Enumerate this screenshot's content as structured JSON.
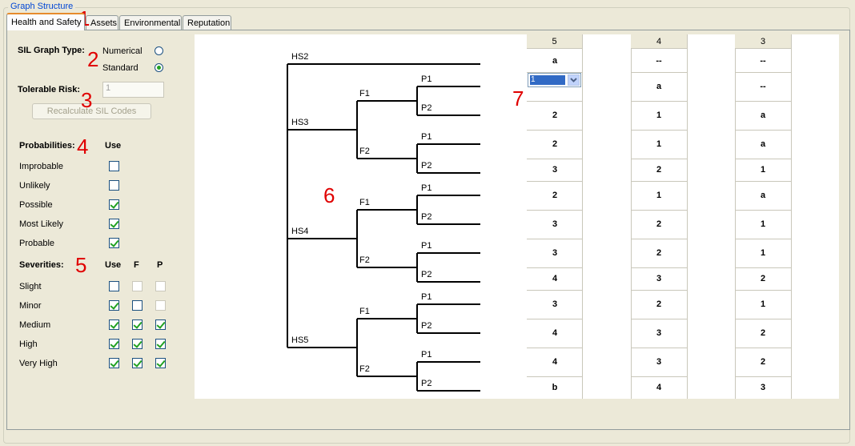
{
  "group_title": "Graph Structure",
  "tabs": [
    {
      "label": "Health and Safety",
      "active": true
    },
    {
      "label": "Assets",
      "active": false
    },
    {
      "label": "Environmental",
      "active": false
    },
    {
      "label": "Reputation",
      "active": false
    }
  ],
  "sil_graph_type": {
    "label": "SIL Graph Type:",
    "options": [
      {
        "label": "Numerical",
        "selected": false
      },
      {
        "label": "Standard",
        "selected": true
      }
    ]
  },
  "tolerable_risk": {
    "label": "Tolerable Risk:",
    "value": "1"
  },
  "recalculate_button": "Recalculate SIL Codes",
  "probabilities": {
    "header": "Probabilities:",
    "use_header": "Use",
    "items": [
      {
        "label": "Improbable",
        "use": false
      },
      {
        "label": "Unlikely",
        "use": false
      },
      {
        "label": "Possible",
        "use": true
      },
      {
        "label": "Most Likely",
        "use": true
      },
      {
        "label": "Probable",
        "use": true
      }
    ]
  },
  "severities": {
    "header": "Severities:",
    "use_header": "Use",
    "f_header": "F",
    "p_header": "P",
    "items": [
      {
        "label": "Slight",
        "use": true,
        "use_checked": false,
        "f_enabled": false,
        "f": false,
        "p_enabled": false,
        "p": false
      },
      {
        "label": "Minor",
        "use_checked": true,
        "f_enabled": true,
        "f": false,
        "p_enabled": false,
        "p": false
      },
      {
        "label": "Medium",
        "use_checked": true,
        "f_enabled": true,
        "f": true,
        "p_enabled": true,
        "p": true
      },
      {
        "label": "High",
        "use_checked": true,
        "f_enabled": true,
        "f": true,
        "p_enabled": true,
        "p": true
      },
      {
        "label": "Very High",
        "use_checked": true,
        "f_enabled": true,
        "f": true,
        "p_enabled": true,
        "p": true
      }
    ]
  },
  "annotations": [
    "1",
    "2",
    "3",
    "4",
    "5",
    "6",
    "7"
  ],
  "graph": {
    "severity_labels": [
      "HS2",
      "HS3",
      "HS4",
      "HS5"
    ],
    "frequency_labels": [
      "F1",
      "F2",
      "F1",
      "F2",
      "F1",
      "F2"
    ],
    "possibility_labels": [
      "P1",
      "P2",
      "P1",
      "P2",
      "P1",
      "P2",
      "P1",
      "P2",
      "P1",
      "P2",
      "P1",
      "P2"
    ]
  },
  "table": {
    "columns": [
      "5",
      "4",
      "3"
    ],
    "rows": [
      [
        "a",
        "--",
        "--"
      ],
      [
        "1",
        "a",
        "--"
      ],
      [
        "2",
        "1",
        "a"
      ],
      [
        "2",
        "1",
        "a"
      ],
      [
        "3",
        "2",
        "1"
      ],
      [
        "2",
        "1",
        "a"
      ],
      [
        "3",
        "2",
        "1"
      ],
      [
        "3",
        "2",
        "1"
      ],
      [
        "4",
        "3",
        "2"
      ],
      [
        "3",
        "2",
        "1"
      ],
      [
        "4",
        "3",
        "2"
      ],
      [
        "4",
        "3",
        "2"
      ],
      [
        "b",
        "4",
        "3"
      ]
    ],
    "selected_dropdown": {
      "row": 1,
      "col": 0,
      "value": "1"
    }
  }
}
